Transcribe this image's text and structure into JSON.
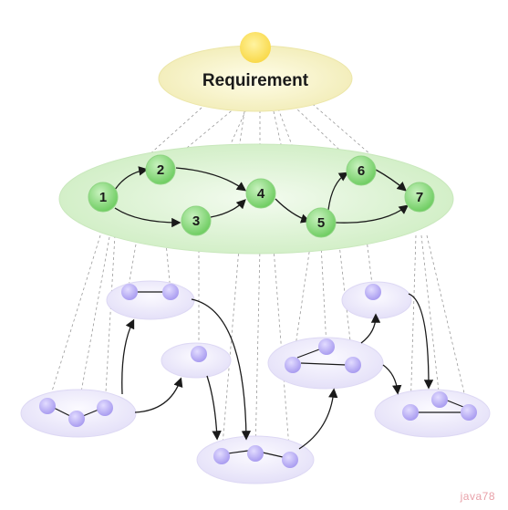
{
  "requirement": {
    "label": "Requirement"
  },
  "workflow": {
    "nodes": [
      "1",
      "2",
      "3",
      "4",
      "5",
      "6",
      "7"
    ]
  },
  "watermark": "java78",
  "colors": {
    "requirement_fill": "#f7f3c2",
    "sun": "#fde36a",
    "workflow_plate": "#dff4d6",
    "workflow_node": "#8fdc84",
    "sub_plate": "#e9e6fb",
    "sub_node": "#bdb1f4"
  }
}
